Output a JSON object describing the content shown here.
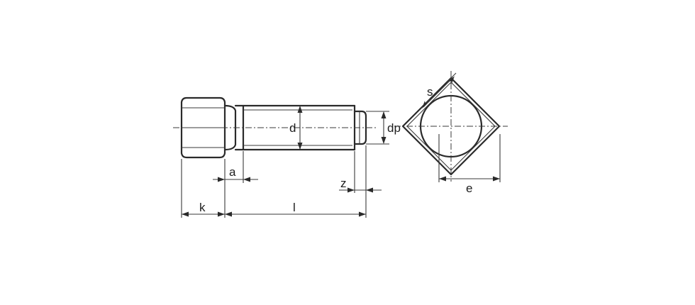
{
  "labels": {
    "d": "d",
    "dp": "dp",
    "a": "a",
    "z": "z",
    "k": "k",
    "l": "l",
    "s": "s",
    "e": "e"
  }
}
